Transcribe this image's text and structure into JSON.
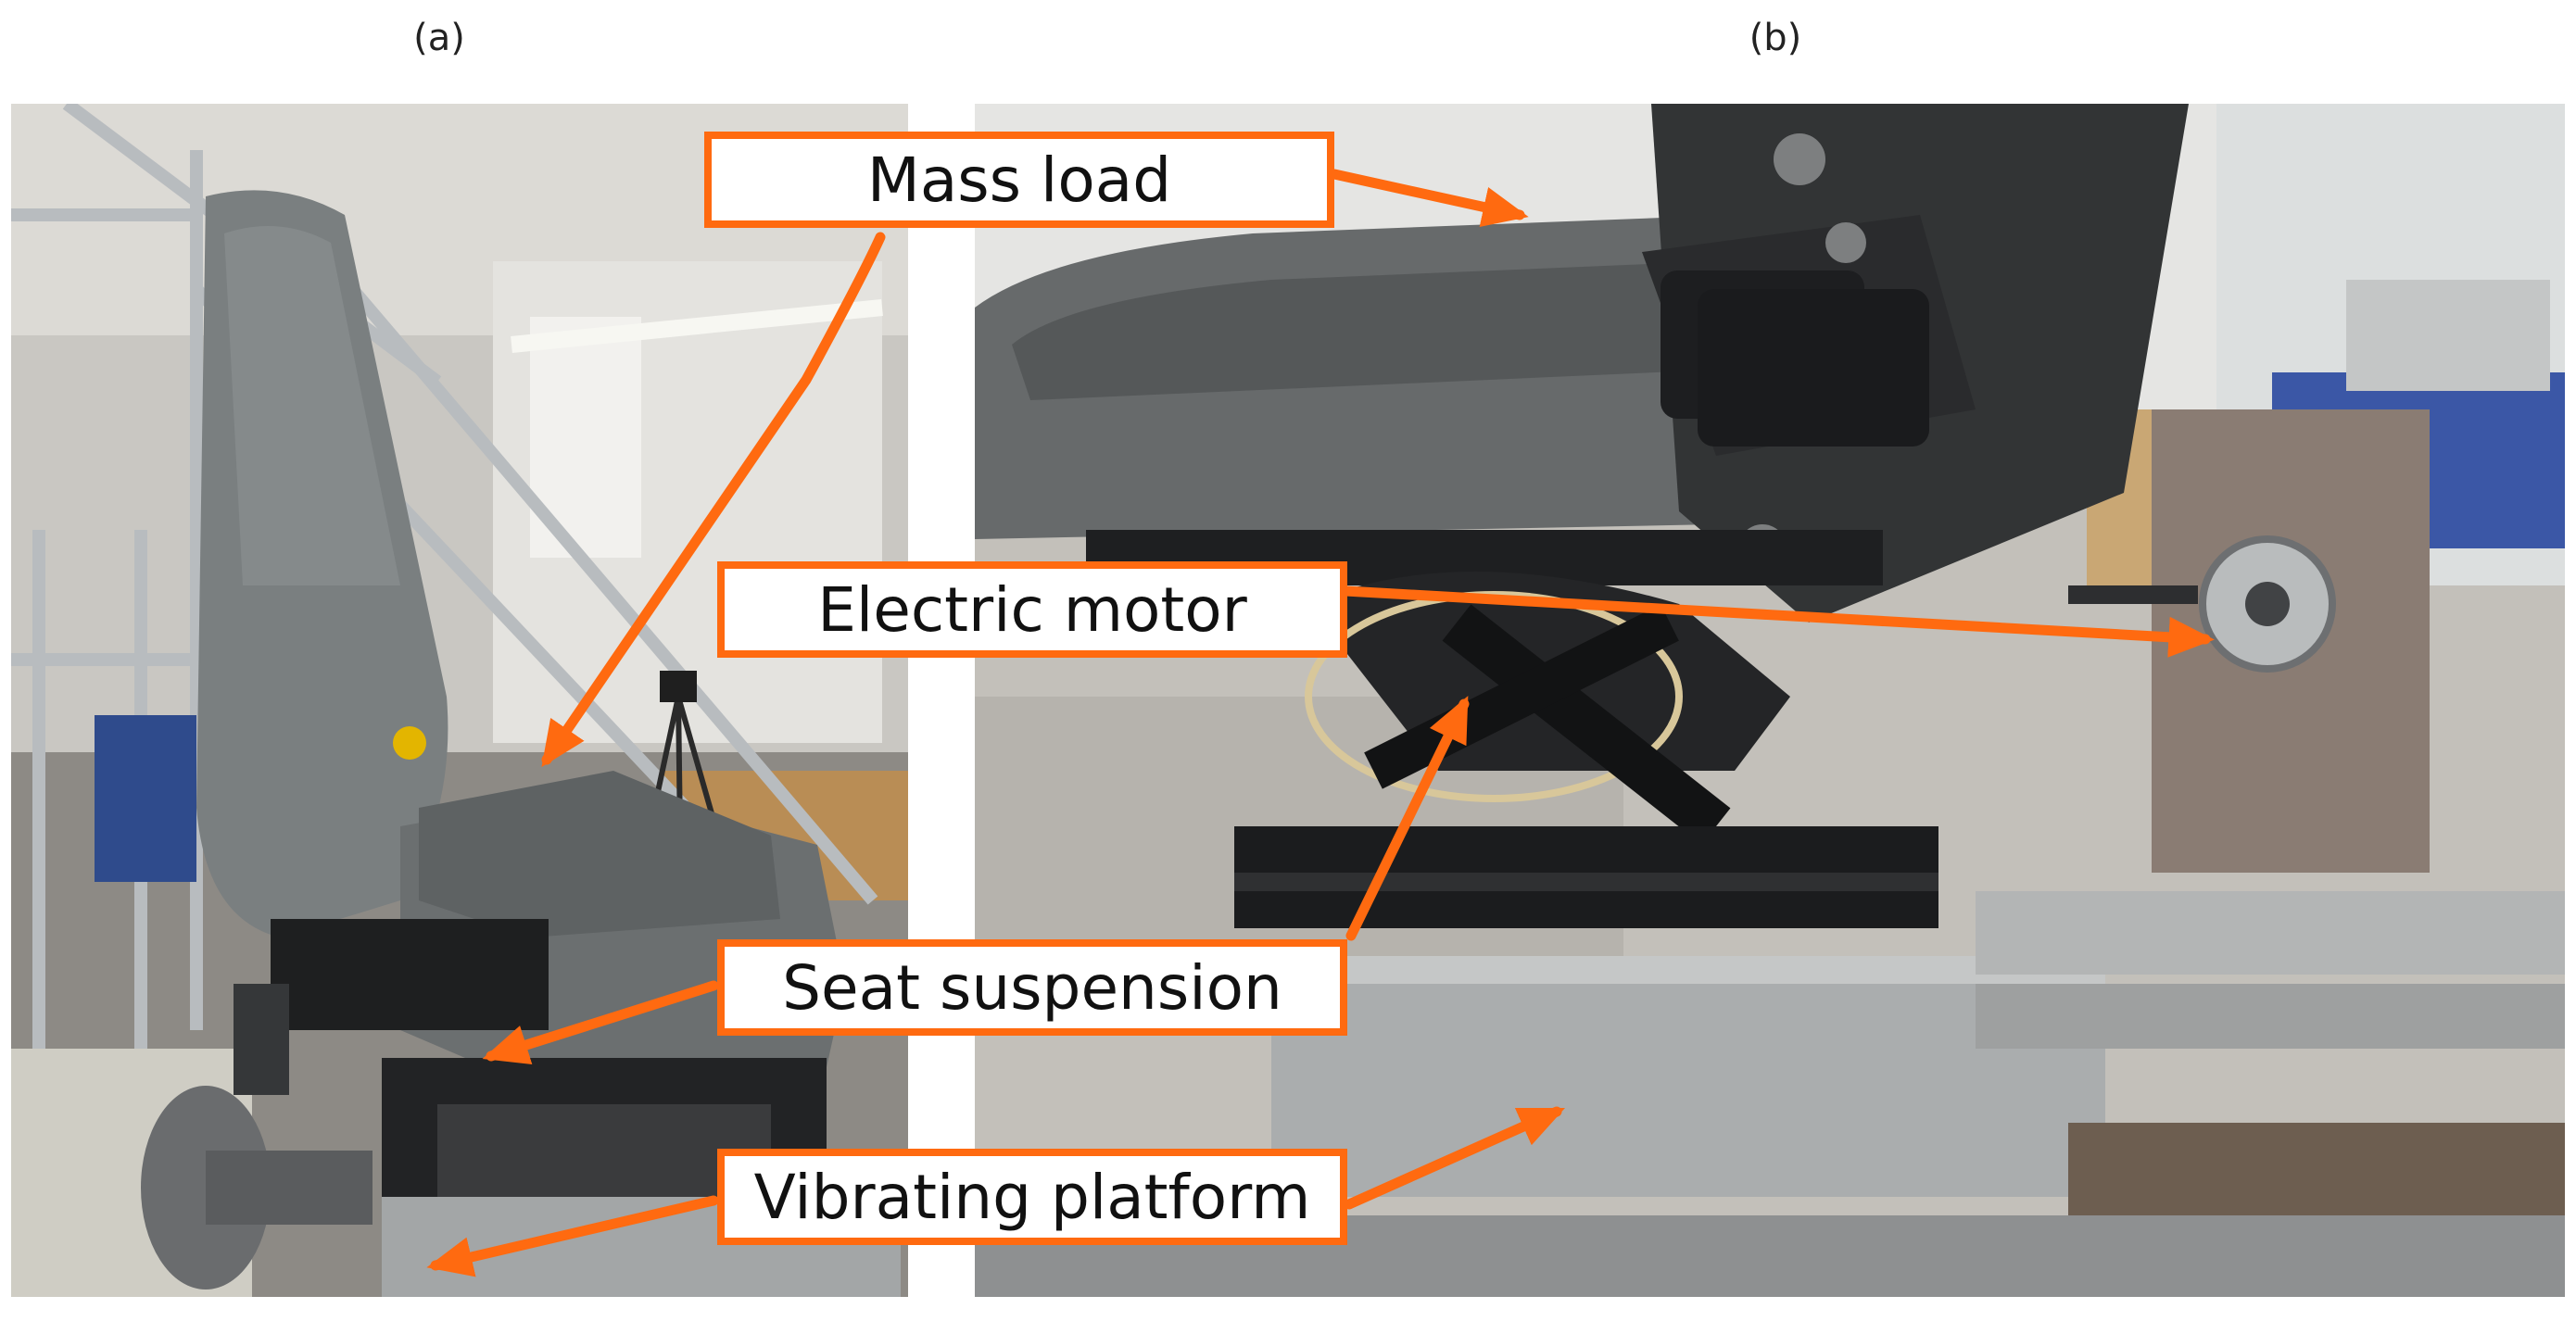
{
  "panels": [
    {
      "label": "(a)"
    },
    {
      "label": "(b)"
    }
  ],
  "callouts": [
    {
      "text": "Mass load"
    },
    {
      "text": "Electric motor"
    },
    {
      "text": "Seat suspension"
    },
    {
      "text": "Vibrating platform"
    }
  ],
  "colors": {
    "accent": "#ff6a10",
    "seat": "#767a7b",
    "frame": "#a9abaa",
    "steel": "#8a7c73"
  }
}
